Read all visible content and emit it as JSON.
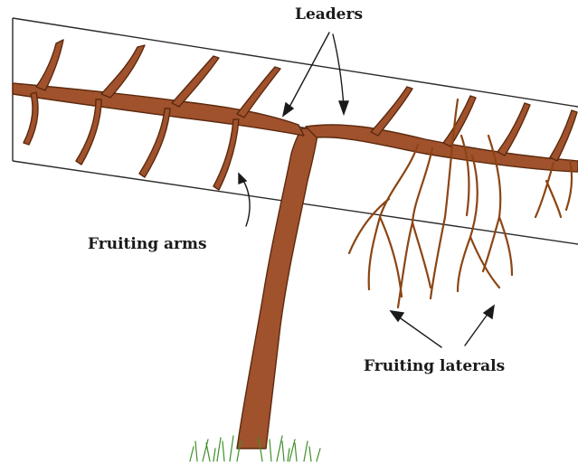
{
  "labels": {
    "leaders": "Leaders",
    "fruiting_arms": "Fruiting arms",
    "fruiting_laterals": "Fruiting laterals"
  },
  "colors": {
    "wood": "#a0522d",
    "wood_edge": "#5c2a0e",
    "wire": "#2b2b2b",
    "grass": "#3f8f2a",
    "text": "#1a1a1a"
  }
}
